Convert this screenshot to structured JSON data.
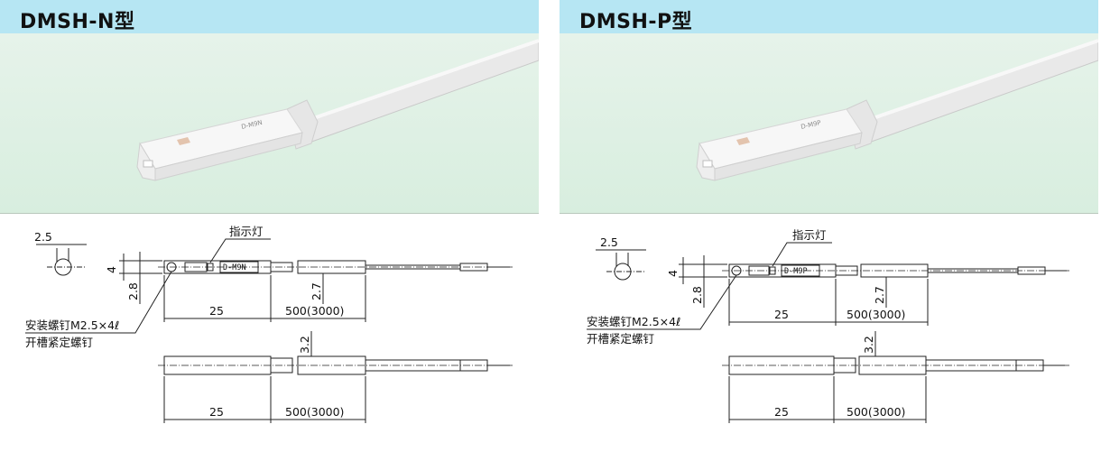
{
  "panels": [
    {
      "title": "DMSH-N型",
      "photo_text": "D-M9N",
      "sensor_label": "D-M9N",
      "labels": {
        "indicator": "指示灯",
        "mount_screw": "安装螺钉M2.5×4ℓ",
        "slot_screw": "开槽紧定螺钉"
      },
      "dims": {
        "d_2_5": "2.5",
        "d_4": "4",
        "d_2_8": "2.8",
        "d_2_7": "2.7",
        "d_3_2": "3.2",
        "d_25_top": "25",
        "d_500_top": "500(3000)",
        "d_25_bottom": "25",
        "d_500_bottom": "500(3000)"
      }
    },
    {
      "title": "DMSH-P型",
      "photo_text": "D-M9P",
      "sensor_label": "D-M9P",
      "labels": {
        "indicator": "指示灯",
        "mount_screw": "安装螺钉M2.5×4ℓ",
        "slot_screw": "开槽紧定螺钉"
      },
      "dims": {
        "d_2_5": "2.5",
        "d_4": "4",
        "d_2_8": "2.8",
        "d_2_7": "2.7",
        "d_3_2": "3.2",
        "d_25_top": "25",
        "d_500_top": "500(3000)",
        "d_25_bottom": "25",
        "d_500_bottom": "500(3000)"
      }
    }
  ],
  "colors": {
    "header_bg": "#b6e6f3",
    "photo_bg": "#e2f1e6"
  }
}
